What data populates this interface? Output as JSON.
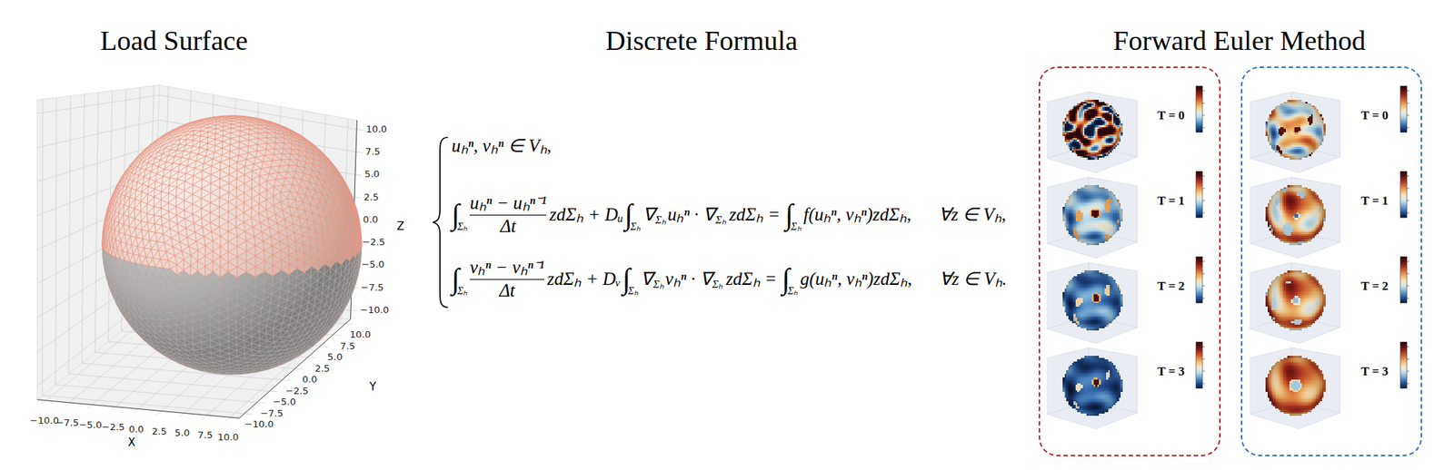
{
  "diagram": {
    "nodes": [
      {
        "text": [
          "T = 0",
          "T = 1",
          "T = 2",
          "T = 3"
        ]
      },
      {
        "text": [
          "T = 0",
          "T = 1",
          "T = 2",
          "T = 3"
        ]
      }
    ],
    "labels": [
      "Load Surface",
      "Discrete Formula",
      "Forward Euler Method",
      "10.0",
      "7.5",
      "5.0",
      "2.5",
      "0.0",
      "−2.5",
      "−5.0",
      "−7.5",
      "−10.0",
      "−10.0",
      "−7.5",
      "−5.0",
      "−2.5",
      "0.0",
      "2.5",
      "5.0",
      "7.5",
      "10.0",
      "−10.0",
      "−7.5",
      "−5.0",
      "−2.5",
      "0.0",
      "2.5",
      "5.0",
      "7.5",
      "10.0",
      "X",
      "Y",
      "Z",
      "uₕⁿ, vₕⁿ ∈ Vₕ,",
      "∫",
      "Σₕ",
      "uₕⁿ − uₕⁿ⁻¹",
      "Δt",
      "zdΣₕ + Dᵤ",
      "∫",
      "Σₕ",
      "∇",
      "Σₕ",
      "uₕⁿ · ∇",
      "Σₕ",
      "zdΣₕ =",
      "∫",
      "Σₕ",
      "f(uₕⁿ, vₕⁿ)zdΣₕ,",
      "∀z ∈ Vₕ,",
      "∫",
      "Σₕ",
      "vₕⁿ − vₕⁿ⁻¹",
      "Δt",
      "zdΣₕ + Dᵥ",
      "∫",
      "Σₕ",
      "∇",
      "Σₕ",
      "vₕⁿ · ∇",
      "Σₕ",
      "zdΣₕ =",
      "∫",
      "Σₕ",
      "g(uₕⁿ, vₕⁿ)zdΣₕ,",
      "∀z ∈ Vₕ."
    ]
  }
}
